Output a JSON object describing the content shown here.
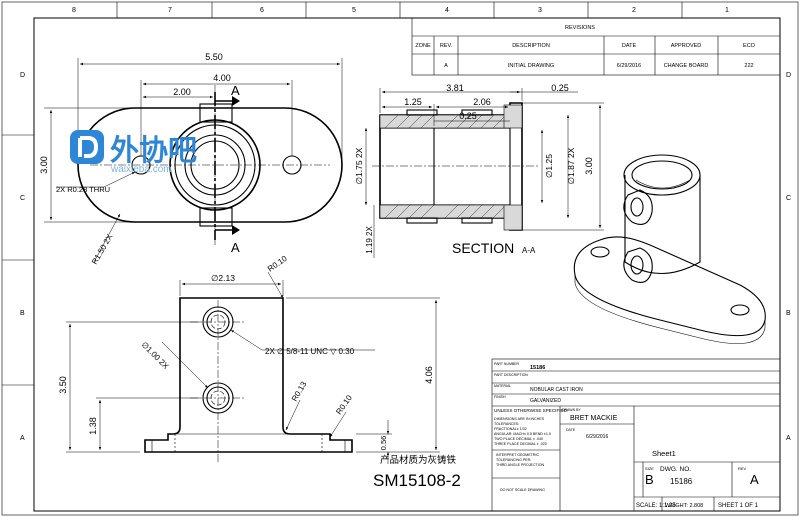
{
  "zones": {
    "columns": [
      "8",
      "7",
      "6",
      "5",
      "4",
      "3",
      "2",
      "1"
    ],
    "rows": [
      "D",
      "C",
      "B",
      "A"
    ]
  },
  "revisions": {
    "title": "REVISIONS",
    "headers": [
      "ZONE",
      "REV.",
      "DESCRIPTION",
      "DATE",
      "APPROVED",
      "ECO"
    ],
    "rows": [
      {
        "zone": "",
        "rev": "A",
        "description": "INITIAL DRAWING",
        "date": "6/29/2016",
        "approved": "CHANGE BOARD",
        "eco": "222"
      }
    ]
  },
  "watermark": {
    "brand_text": "外协吧",
    "url_text": "waixieba.com",
    "color": "#2e86d6"
  },
  "dims": {
    "top_overall_width": "5.50",
    "top_hole_spacing": "4.00",
    "top_half": "2.00",
    "top_height": "3.00",
    "thru_holes": "2X R0.28 THRU",
    "base_radius": "R1.50 2X",
    "section_marker": "A",
    "sec_overall": "3.81",
    "sec_flange_len": "1.25",
    "sec_mid": "2.06",
    "sec_offset": "0.25",
    "sec_lip": "0.25",
    "sec_outer_dia": "∅1.75 2X",
    "sec_bore": "∅1.25",
    "sec_outer": "∅1.87 2X",
    "sec_height": "3.00",
    "sec_wall": "1.19 2X",
    "section_label_main": "SECTION",
    "section_label_sub": "A-A",
    "front_top_dia": "∅2.13",
    "front_top_radius": "R0.10",
    "front_tap": "2X ∅ 5/8-11 UNC ▽ 0.30",
    "front_hole_dia": "∅1.00 2X",
    "front_height_low": "3.50",
    "front_height_base": "1.38",
    "front_fillet": "R0.13",
    "front_foot_radius": "R0.10",
    "front_overall_height": "4.06",
    "front_base_thk": "0.56"
  },
  "material_note": "产品材质为灰铸铁",
  "part_callout": "SM15108-2",
  "title_block": {
    "part_number_label": "PART NUMBER",
    "part_number": "15186",
    "part_desc_label": "PART DESCRIPTION",
    "material_label": "MATERIAL",
    "material": "NOBULAR CAST IRON",
    "finish_label": "FINISH",
    "finish": "GALVANIZED",
    "tol_header": "UNLESS OTHERWISE SPECIFIED:",
    "tol_lines": [
      "DIMENSIONS ARE IN INCHES",
      "TOLERANCES:",
      "FRACTIONAL± 1/32",
      "ANGULAR: MACH± 0.5   BEND ±1.0",
      "TWO PLACE DECIMAL   ± .040",
      "THREE PLACE DECIMAL  ± .020"
    ],
    "interp_lines": [
      "INTERPRET GEOMETRIC",
      "TOLERANCING PER:",
      "THIRD ANGLE PROJECTION"
    ],
    "no_scale": "DO NOT SCALE DRAWING",
    "drawn_label": "DRAWN BY",
    "drawn_by": "BRET MACKIE",
    "date_label": "DATE",
    "date": "6/29/2016",
    "sheet_name": "Sheet1",
    "size_label": "SIZE",
    "size": "B",
    "dwg_label": "DWG. NO.",
    "dwg_no": "15186",
    "rev_label": "REV",
    "rev": "A",
    "scale": "SCALE: 1:1.25",
    "weight": "WEIGHT: 2.808",
    "sheet": "SHEET 1 OF 1"
  }
}
